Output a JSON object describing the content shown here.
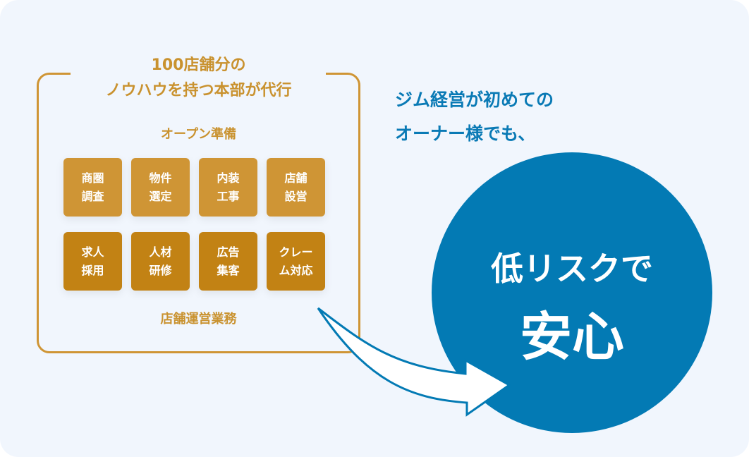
{
  "box": {
    "title_line1": "100店舗分の",
    "title_line2": "ノウハウを持つ本部が代行",
    "open_label": "オープン準備",
    "ops_label": "店舗運営業務",
    "open_tasks": [
      [
        "商圏",
        "調査"
      ],
      [
        "物件",
        "選定"
      ],
      [
        "内装",
        "工事"
      ],
      [
        "店舗",
        "設営"
      ]
    ],
    "ops_tasks": [
      [
        "求人",
        "採用"
      ],
      [
        "人材",
        "研修"
      ],
      [
        "広告",
        "集客"
      ],
      [
        "クレー",
        "ム対応"
      ]
    ]
  },
  "lead": {
    "line1": "ジム経営が初めての",
    "line2": "オーナー様でも、"
  },
  "circle": {
    "line1": "低リスクで",
    "line2": "安心"
  },
  "colors": {
    "gold": "#cf9535",
    "dark_gold": "#c28214",
    "blue": "#037ab4",
    "bg": "#f1f6fd"
  }
}
